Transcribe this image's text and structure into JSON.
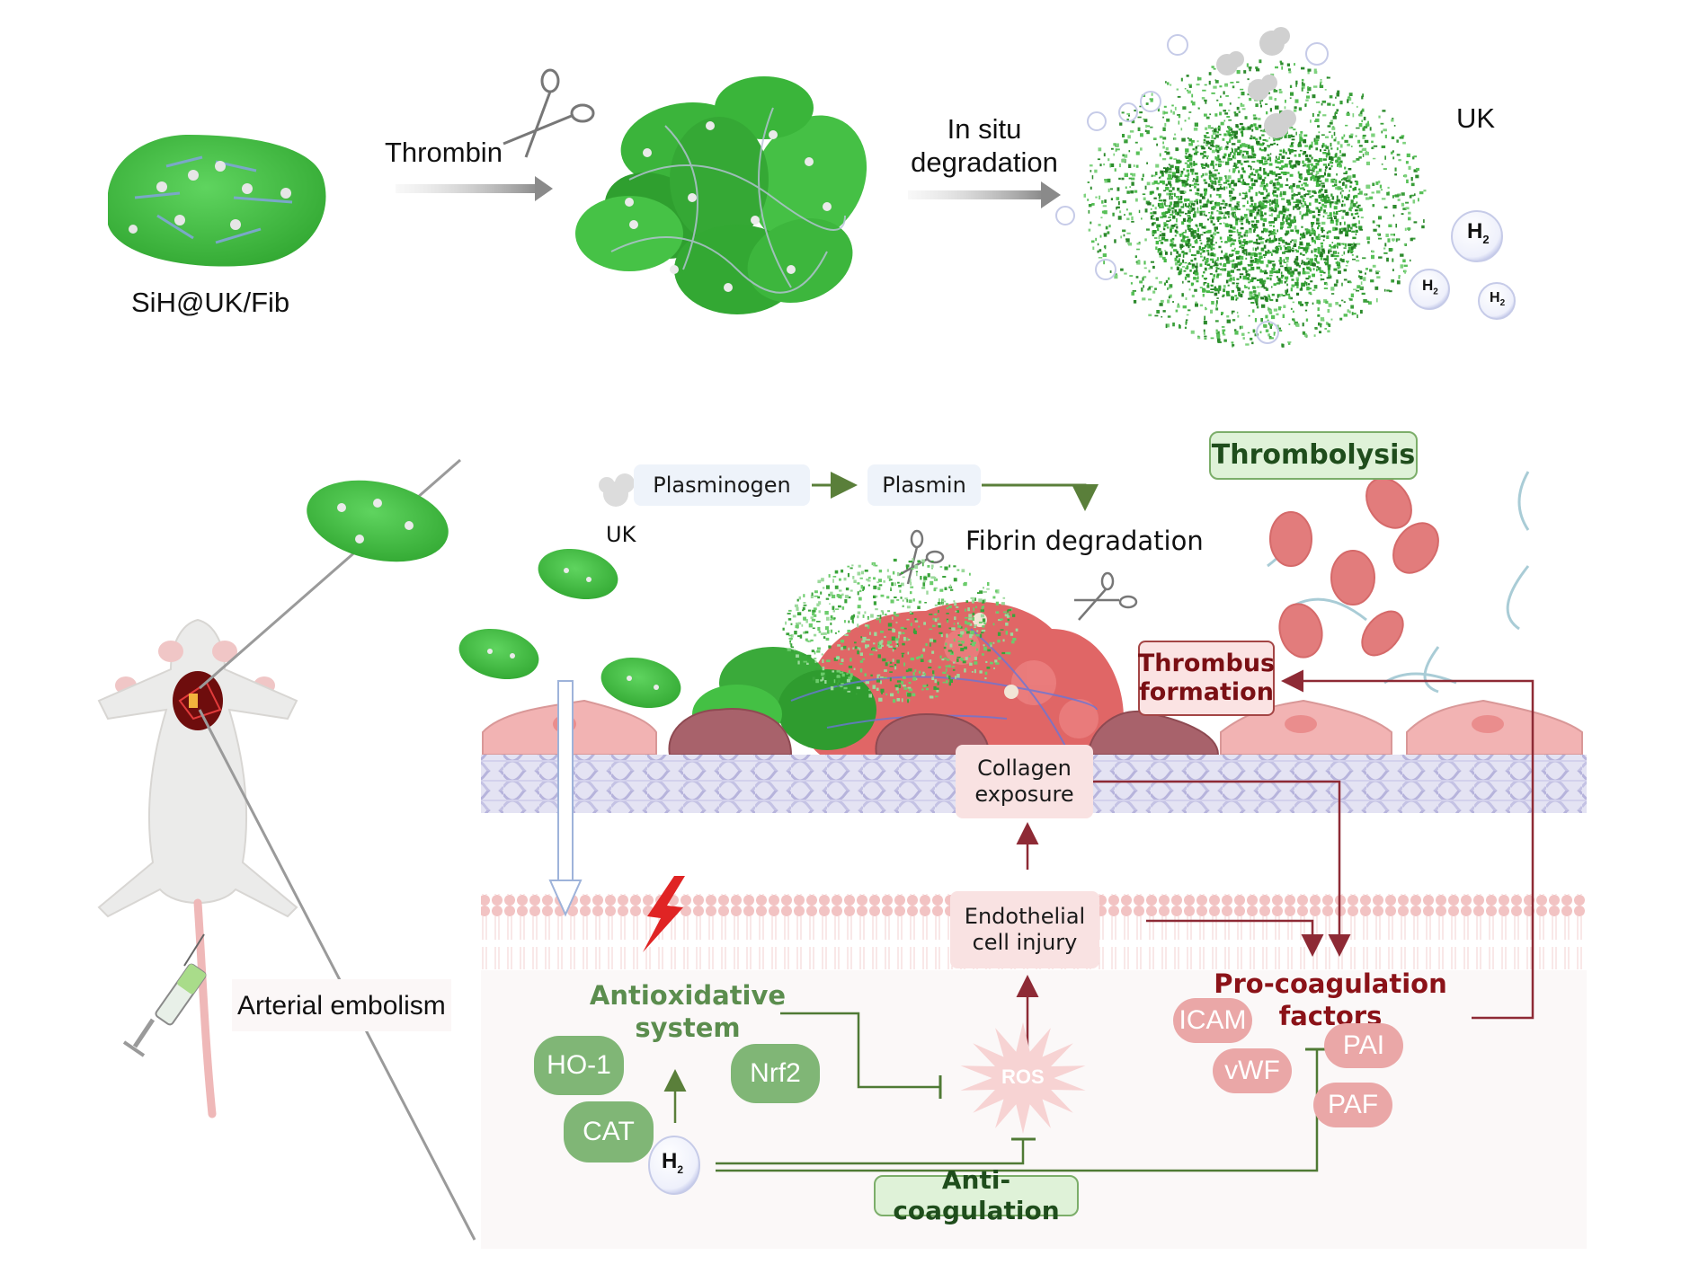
{
  "top_panel": {
    "material_label": "SiH@UK/Fib",
    "step1_label": "Thrombin",
    "step2_label_line1": "In situ",
    "step2_label_line2": "degradation",
    "uk_label": "UK",
    "h2_label": "H",
    "h2_subscript": "2"
  },
  "left_panel": {
    "model_label": "Arterial embolism"
  },
  "mechanism": {
    "uk_label": "UK",
    "plasminogen_label": "Plasminogen",
    "plasmin_label": "Plasmin",
    "fibrin_degradation_label": "Fibrin degradation",
    "thrombolysis_label": "Thrombolysis",
    "thrombus_formation_line1": "Thrombus",
    "thrombus_formation_line2": "formation",
    "collagen_exposure_line1": "Collagen",
    "collagen_exposure_line2": "exposure",
    "endothelial_injury_line1": "Endothelial",
    "endothelial_injury_line2": "cell injury",
    "antioxidative_line1": "Antioxidative",
    "antioxidative_line2": "system",
    "antioxidant_markers": [
      "HO-1",
      "Nrf2",
      "CAT"
    ],
    "ros_label": "ROS",
    "h2_label": "H",
    "h2_subscript": "2",
    "procoag_line1": "Pro-coagulation",
    "procoag_line2": "factors",
    "procoag_markers": [
      "ICAM",
      "PAI",
      "vWF",
      "PAF"
    ],
    "anticoagulation_label": "Anti-coagulation"
  },
  "colors": {
    "hydrogel_green": "#3fbf3f",
    "activation_arrow_green": "#5a7f3a",
    "inhibition_line_green": "#4f7a35",
    "procoag_arrow_red": "#8e2a35",
    "thrombus_red": "#e06666",
    "rbc_red": "#e27c7c",
    "endothelial_pink": "#f2b3b3",
    "collagen_lavender": "#c9c7e6",
    "membrane_pink": "#f3c4c4"
  }
}
